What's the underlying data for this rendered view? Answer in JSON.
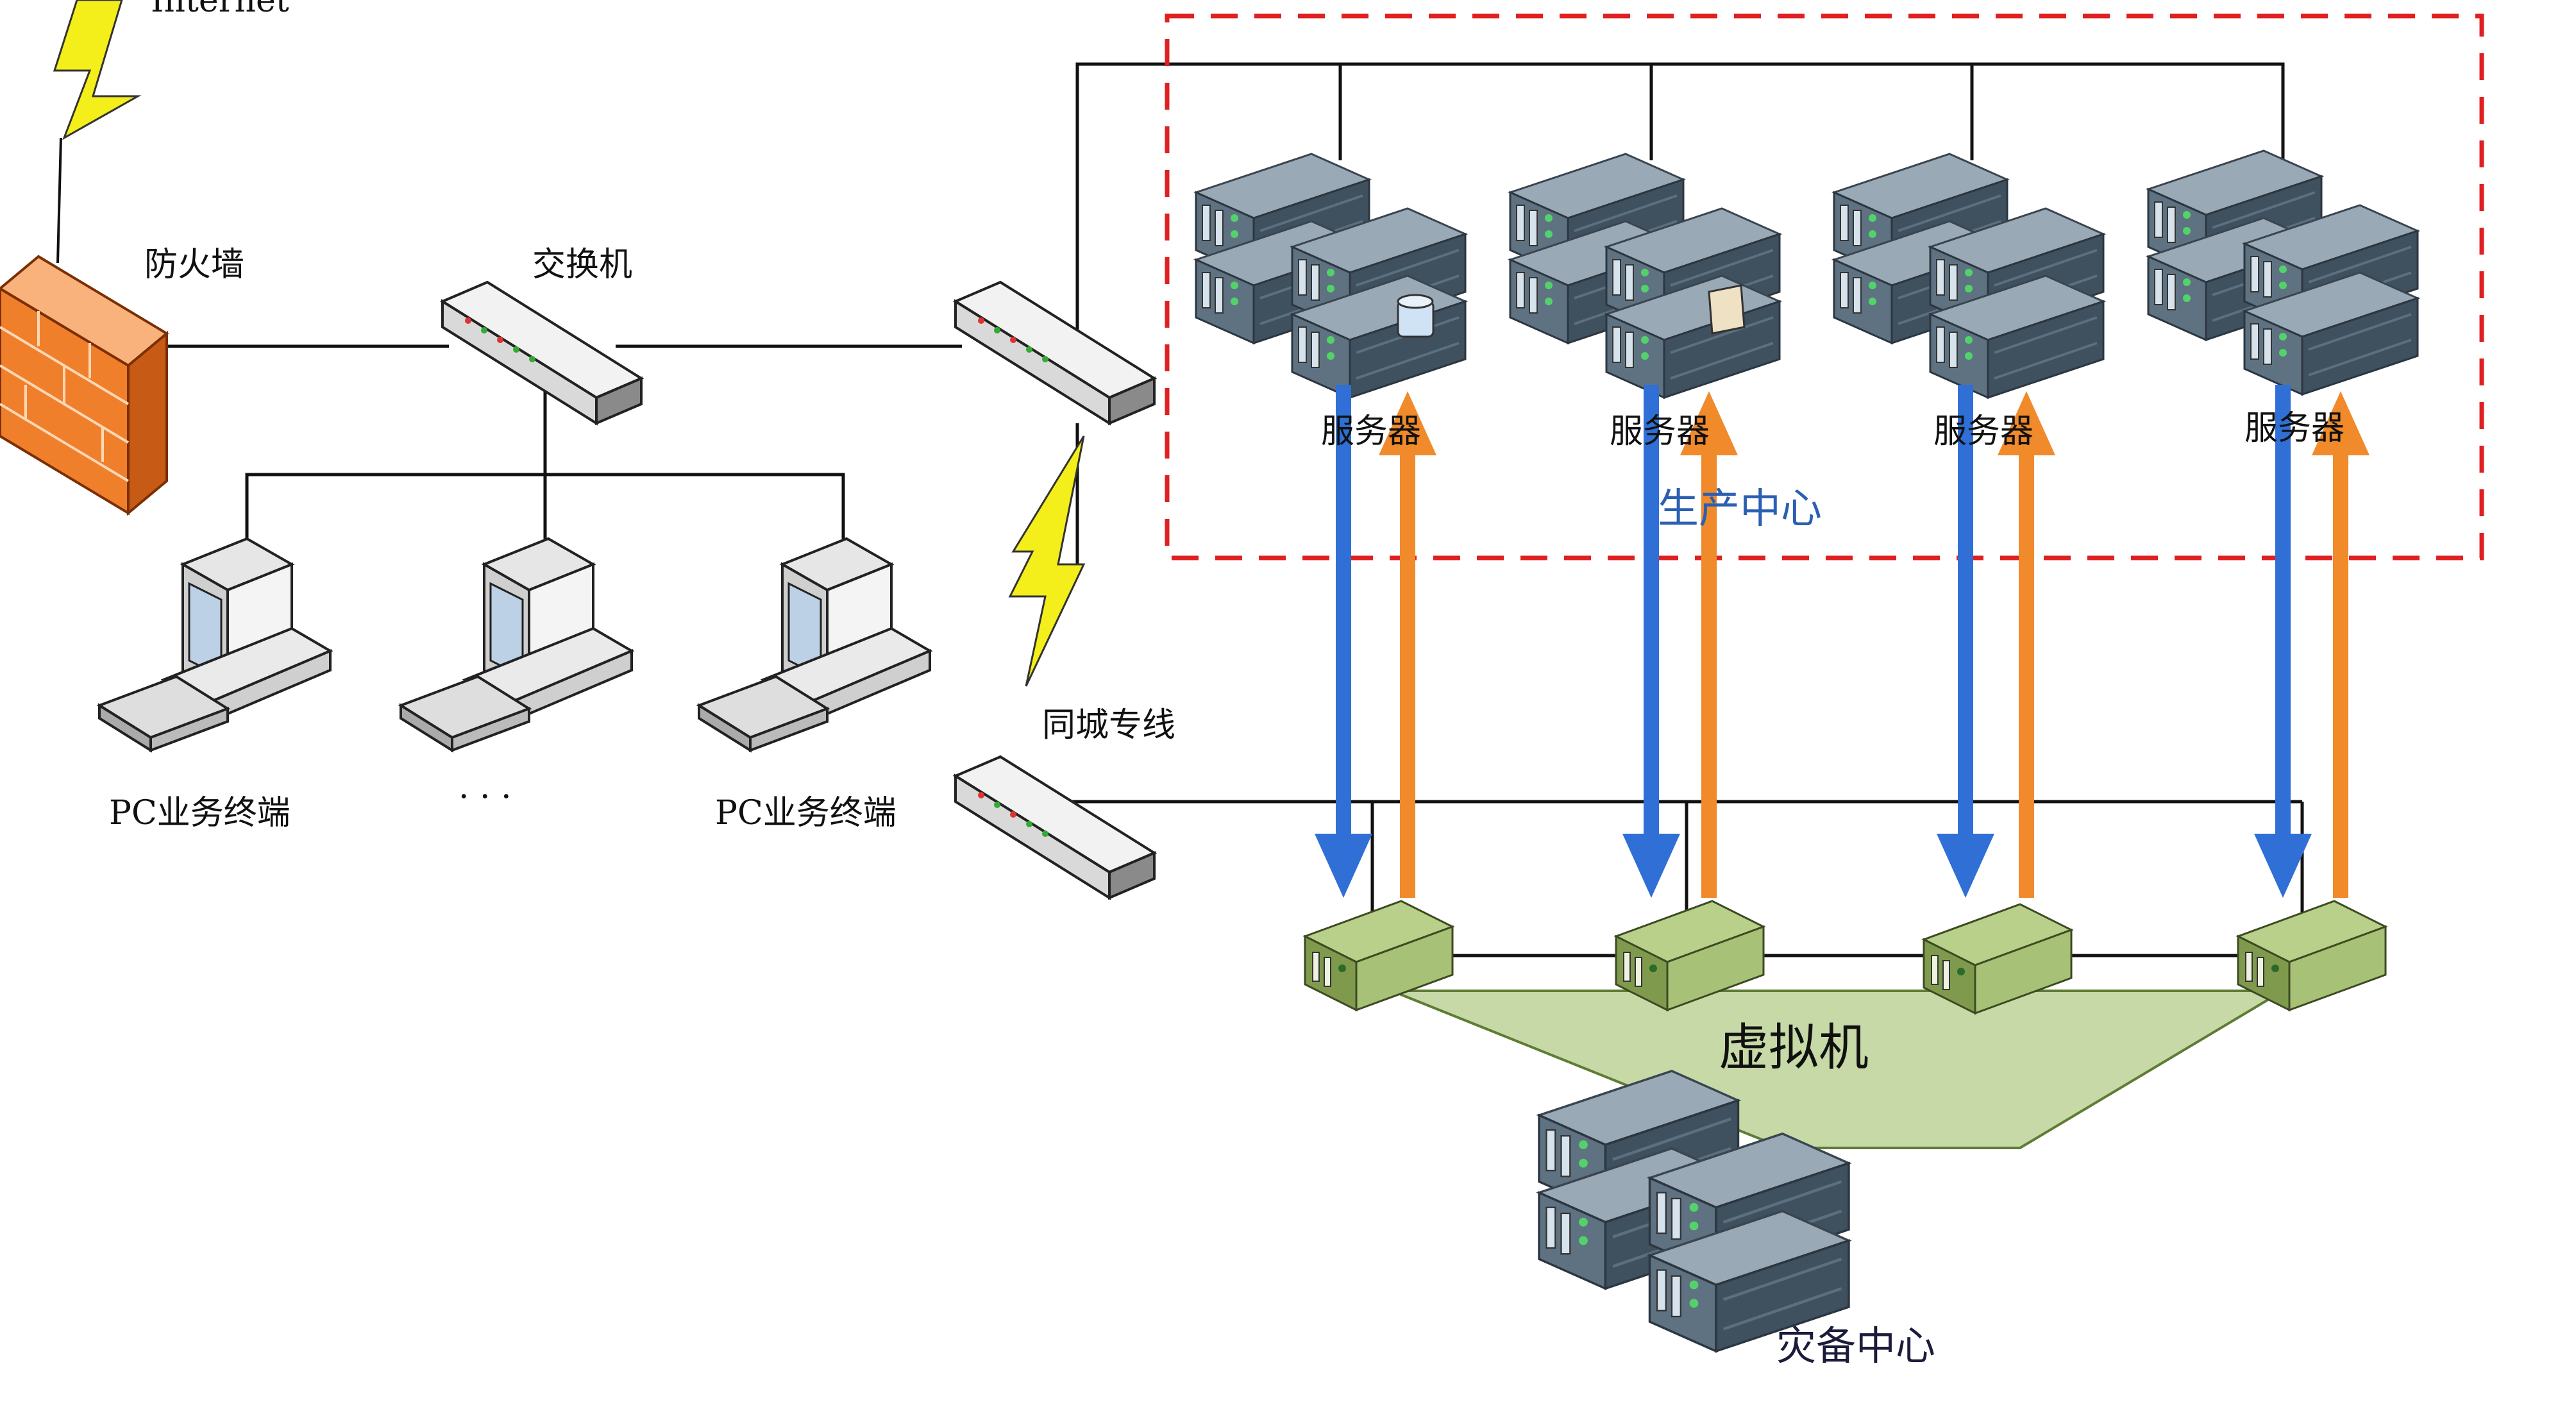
{
  "labels": {
    "internet": "Internet",
    "firewall": "防火墙",
    "switch": "交换机",
    "pc_terminal_left": "PC业务终端",
    "pc_terminal_dots": "· · ·",
    "pc_terminal_right": "PC业务终端",
    "leased_line": "同城专线",
    "servers": [
      "服务器",
      "服务器",
      "服务器",
      "服务器"
    ],
    "production_center": "生产中心",
    "virtual_machine": "虚拟机",
    "disaster_recovery_center": "灾备中心"
  },
  "colors": {
    "production_boundary": "#e02020",
    "replication_down": "#2f6fd6",
    "replication_up": "#f08a2a",
    "lightning": "#f4ef1a",
    "firewall": "#f07f2c",
    "vm_pool": "#c6d9a6"
  },
  "icons": [
    "lightning-icon",
    "firewall-icon",
    "switch-icon",
    "pc-icon",
    "server-icon",
    "small-server-icon",
    "database-icon",
    "document-icon"
  ]
}
